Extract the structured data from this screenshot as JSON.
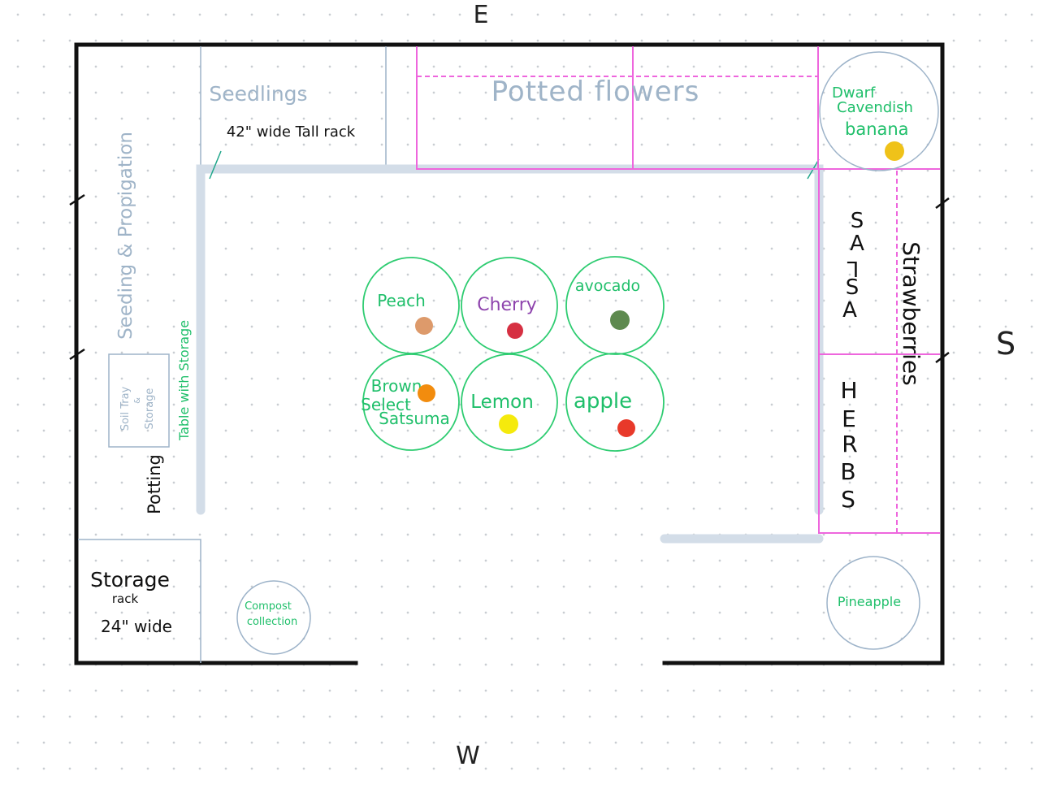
{
  "compass": {
    "top": "E",
    "right": "S",
    "bottom": "W"
  },
  "zones": {
    "seedlings": "Seedlings",
    "tall_rack": "42\" wide Tall rack",
    "potted_flowers": "Potted flowers",
    "seeding": "Seeding & Propigation",
    "soil_tray": {
      "line1": "Soil Tray",
      "line2": "&",
      "line3": "Storage"
    },
    "table": "Table with Storage",
    "potting": "Potting",
    "storage": {
      "line1": "Storage",
      "line2": "rack",
      "line3": "24\" wide"
    },
    "compost": {
      "line1": "Compost",
      "line2": "collection"
    },
    "salsa": [
      "S",
      "A",
      "L",
      "S",
      "A"
    ],
    "herbs": [
      "H",
      "E",
      "R",
      "B",
      "S"
    ],
    "strawberries": "Strawberries",
    "banana": {
      "line1": "Dwarf",
      "line2": "Cavendish",
      "line3": "banana"
    },
    "pineapple": "Pineapple"
  },
  "trees": {
    "peach": "Peach",
    "cherry": "Cherry",
    "avocado": "avocado",
    "satsuma": {
      "line1": "Brown",
      "line2": "Select",
      "line3": "Satsuma"
    },
    "lemon": "Lemon",
    "apple": "apple"
  },
  "colors": {
    "wall": "#111111",
    "zone_line": "#9db3c9",
    "zone_text": "#9fb4c8",
    "table": "#d3dde8",
    "plant_circle": "#2ecc71",
    "plant_text": "#1fbf6a",
    "bed_line": "#ee66dd",
    "peach_fruit": "#dd9a6b",
    "cherry_fruit": "#d63042",
    "avocado_fruit": "#5e8a4f",
    "satsuma_fruit": "#f28c0e",
    "lemon_fruit": "#f5ea0c",
    "apple_fruit": "#e8392a",
    "banana_fruit": "#efc219",
    "cherry_text": "#8e44ad"
  }
}
